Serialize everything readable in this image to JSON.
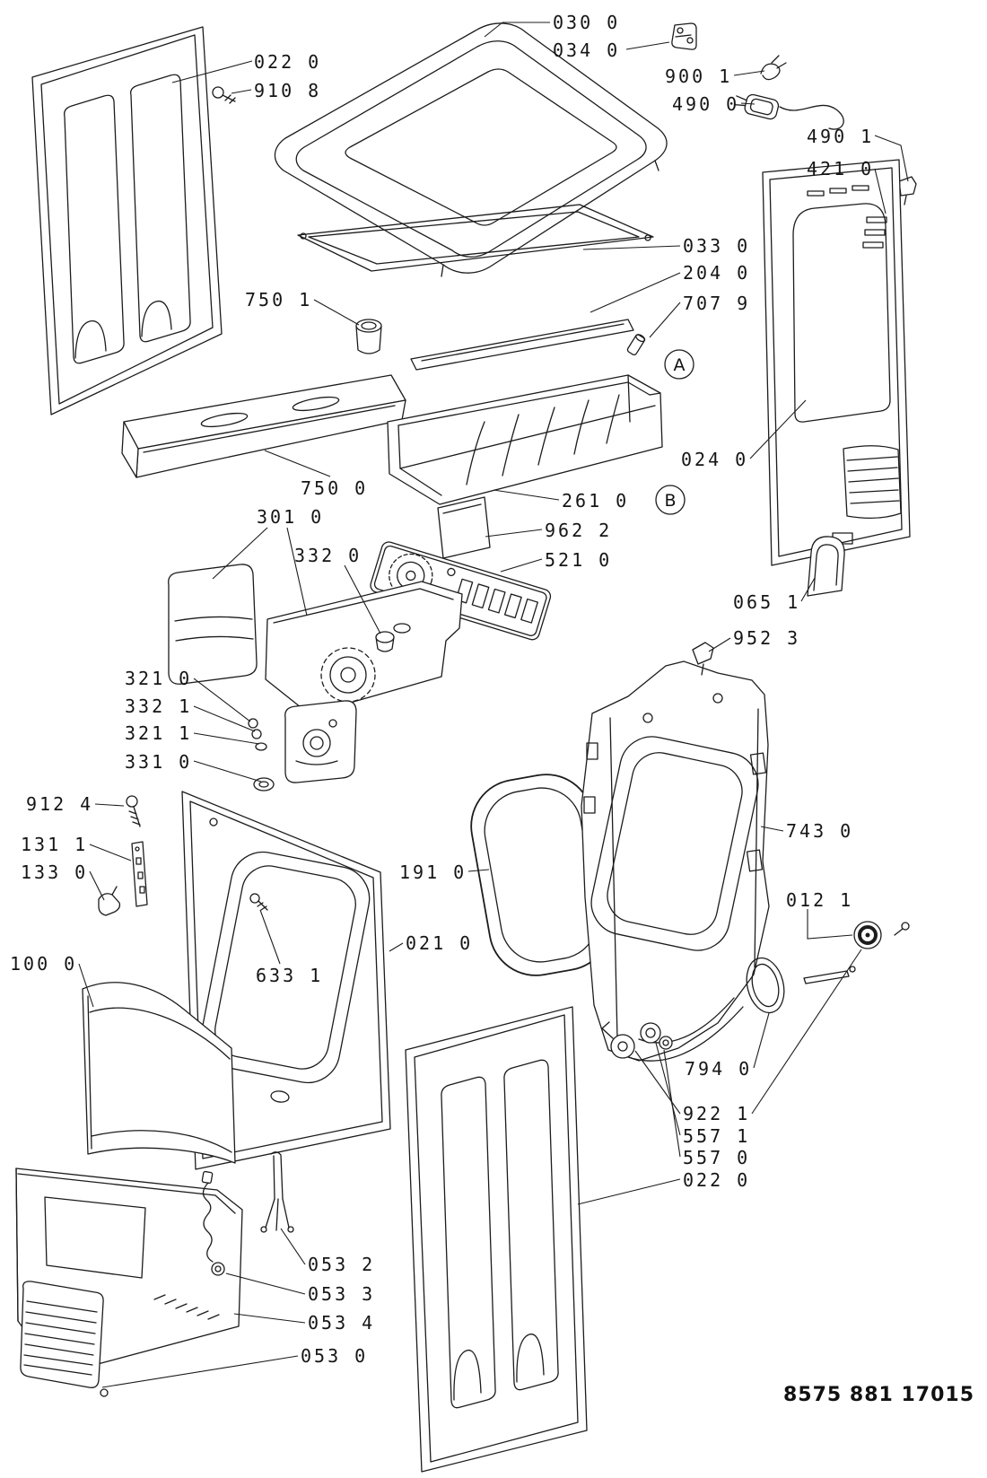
{
  "diagram": {
    "type": "exploded-parts-diagram",
    "drawing_number": "8575 881 17015",
    "callouts": {
      "a": "A",
      "b": "B"
    },
    "labels": {
      "p022_0_top": "022 0",
      "p910_8": "910 8",
      "p030_0": "030 0",
      "p034_0": "034 0",
      "p900_1": "900 1",
      "p490_0": "490 0",
      "p490_1": "490 1",
      "p421_0": "421 0",
      "p033_0": "033 0",
      "p204_0": "204 0",
      "p707_9": "707 9",
      "p750_1": "750 1",
      "p750_0": "750 0",
      "p261_0": "261 0",
      "p962_2": "962 2",
      "p521_0": "521 0",
      "p024_0": "024 0",
      "p301_0": "301 0",
      "p332_0": "332 0",
      "p065_1": "065 1",
      "p952_3": "952 3",
      "p321_0": "321 0",
      "p332_1": "332 1",
      "p321_1": "321 1",
      "p331_0": "331 0",
      "p912_4": "912 4",
      "p131_1": "131 1",
      "p133_0": "133 0",
      "p100_0": "100 0",
      "p191_0": "191 0",
      "p021_0": "021 0",
      "p633_1": "633 1",
      "p743_0": "743 0",
      "p012_1": "012 1",
      "p794_0": "794 0",
      "p922_1": "922 1",
      "p557_1": "557 1",
      "p557_0": "557 0",
      "p022_0_bottom": "022 0",
      "p053_2": "053 2",
      "p053_3": "053 3",
      "p053_4": "053 4",
      "p053_0": "053 0"
    }
  }
}
